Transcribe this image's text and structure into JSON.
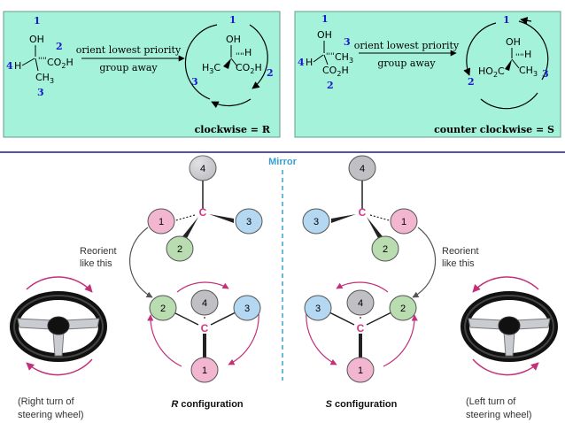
{
  "top_left": {
    "title_arrow": "orient lowest priority",
    "subtitle_arrow": "group away",
    "caption": "clockwise = R",
    "mol1": {
      "oh": "OH",
      "h": "H",
      "co2h": "CO2H",
      "ch3": "CH3",
      "p1": "1",
      "p2": "2",
      "p3": "3",
      "p4": "4"
    },
    "mol2": {
      "oh": "OH",
      "h": "H",
      "h3c": "H3C",
      "co2h": "CO2H",
      "p1": "1",
      "p2": "2",
      "p3": "3"
    }
  },
  "top_right": {
    "title_arrow": "orient lowest priority",
    "subtitle_arrow": "group away",
    "caption": "counter clockwise = S",
    "mol1": {
      "oh": "OH",
      "h": "H",
      "ch3": "CH3",
      "co2h": "CO2H",
      "p1": "1",
      "p2": "2",
      "p3": "3",
      "p4": "4"
    },
    "mol2": {
      "oh": "OH",
      "h": "H",
      "ho2c": "HO2C",
      "ch3": "CH3",
      "p1": "1",
      "p2": "2",
      "p3": "3"
    }
  },
  "bottom": {
    "mirror_label": "Mirror",
    "reorient_left": [
      "Reorient",
      "like this"
    ],
    "reorient_right": [
      "Reorient",
      "like this"
    ],
    "caption_left": [
      "(Right turn of",
      "steering wheel)"
    ],
    "caption_right": [
      "(Left turn of",
      "steering wheel)"
    ],
    "r_config": "R configuration",
    "s_config": "S configuration",
    "r_letter": "R",
    "s_letter": "S",
    "config_word": " configuration",
    "center_atom": "C",
    "left_top": {
      "top": "4",
      "left": "1",
      "right": "3",
      "bottom": "2"
    },
    "left_bottom": {
      "left": "2",
      "middle": "4",
      "right": "3",
      "bottom": "1"
    },
    "right_top": {
      "top": "4",
      "left": "3",
      "right": "1",
      "bottom": "2"
    },
    "right_bottom": {
      "left": "3",
      "middle": "4",
      "right": "2",
      "bottom": "1"
    }
  },
  "colors": {
    "panel_fill": "#a4f2da",
    "panel_stroke": "#6a9a8a",
    "priority_blue": "#1a1acc",
    "ball_gray": "#bfbfc4",
    "ball_pink": "#f2b6d0",
    "ball_blue": "#b4d8f2",
    "ball_green": "#b9ddb0",
    "carbon_pink": "#d63384",
    "arrow_magenta": "#c2307a",
    "mirror_blue": "#3aa0d0"
  }
}
